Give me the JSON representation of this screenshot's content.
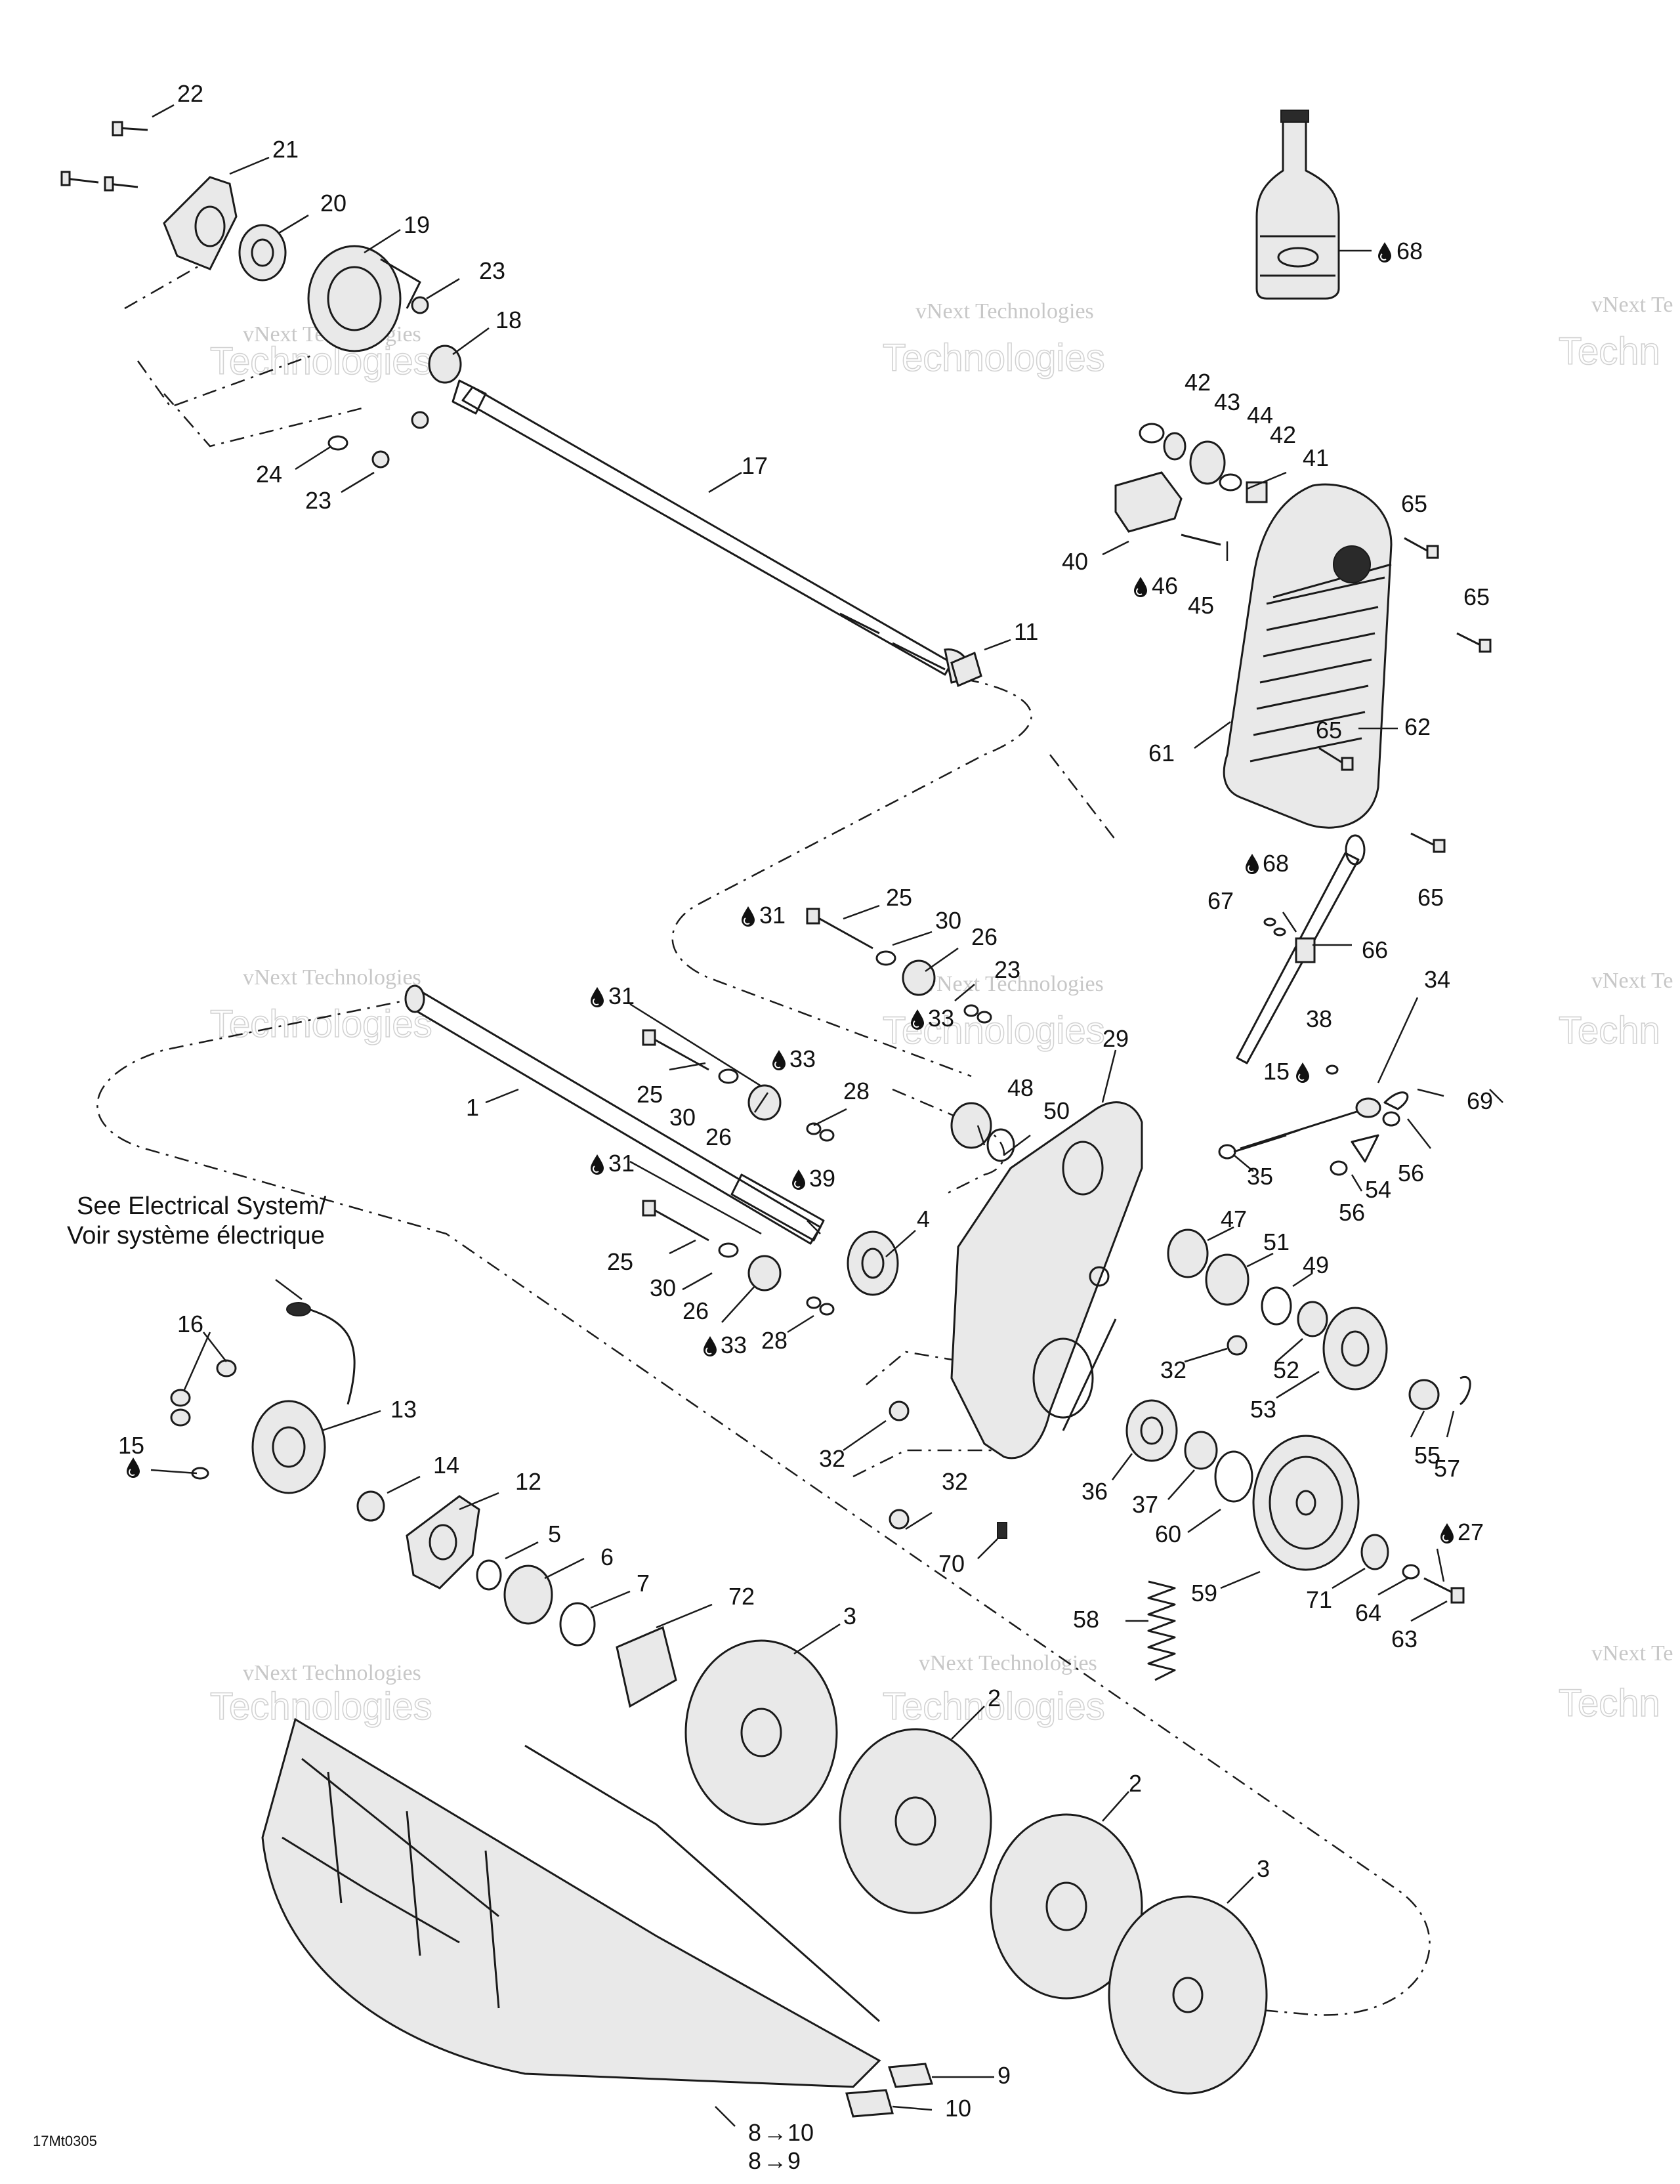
{
  "diagram_code": "17Mt0305",
  "note": {
    "line1": "See Electrical System/",
    "line2": "Voir système électrique"
  },
  "watermark": {
    "line1": "vNext Technologies",
    "line2": "Technologies",
    "fragment": "vNext Te",
    "fragment2": "Techn"
  },
  "icons": {
    "lubricant_drop": "drop-icon",
    "arrow": "right-arrow-icon"
  },
  "callouts": {
    "c22": "22",
    "c21": "21",
    "c20": "20",
    "c19": "19",
    "c23a": "23",
    "c18": "18",
    "c24": "24",
    "c23b": "23",
    "c17": "17",
    "c11": "11",
    "c68a": "68",
    "c42a": "42",
    "c43": "43",
    "c44": "44",
    "c42b": "42",
    "c41": "41",
    "c40": "40",
    "c46": "46",
    "c45": "45",
    "c65a": "65",
    "c65b": "65",
    "c65c": "65",
    "c65d": "65",
    "c61": "61",
    "c62": "62",
    "c68b": "68",
    "c67": "67",
    "c66": "66",
    "c25a": "25",
    "c31a": "31",
    "c30a": "30",
    "c26a": "26",
    "c23c": "23",
    "c33a": "33",
    "c31b": "31",
    "c25b": "25",
    "c30b": "30",
    "c26b": "26",
    "c33b": "33",
    "c28a": "28",
    "c1": "1",
    "c48": "48",
    "c50": "50",
    "c29": "29",
    "c34": "34",
    "c38": "38",
    "c15a": "15",
    "c69": "69",
    "c35": "35",
    "c56a": "56",
    "c54": "54",
    "c56b": "56",
    "c31c": "31",
    "c39": "39",
    "c4": "4",
    "c25c": "25",
    "c30c": "30",
    "c26c": "26",
    "c33c": "33",
    "c28b": "28",
    "c47": "47",
    "c51": "51",
    "c49": "49",
    "c32a": "32",
    "c52": "52",
    "c53": "53",
    "c55": "55",
    "c57": "57",
    "c32b": "32",
    "c32c": "32",
    "c36": "36",
    "c37": "37",
    "c60": "60",
    "c70": "70",
    "c59": "59",
    "c71": "71",
    "c27": "27",
    "c64": "64",
    "c63": "63",
    "c16": "16",
    "c13": "13",
    "c15b": "15",
    "c14": "14",
    "c12": "12",
    "c5": "5",
    "c6": "6",
    "c7": "7",
    "c72": "72",
    "c58": "58",
    "c3a": "3",
    "c2a": "2",
    "c2b": "2",
    "c3b": "3",
    "c9": "9",
    "c10": "10",
    "c8to10": "8",
    "c8to10_tail": "10",
    "c8to9": "8",
    "c8to9_tail": "9"
  }
}
